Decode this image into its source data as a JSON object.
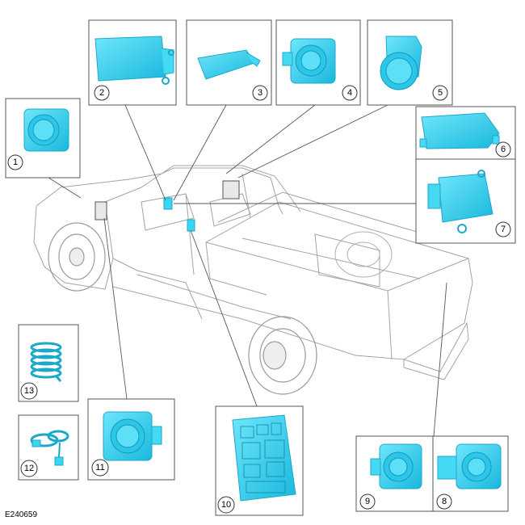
{
  "figure": {
    "reference_code": "E240659",
    "callouts": [
      {
        "id": "1",
        "label": "1",
        "icon": "camera-icon"
      },
      {
        "id": "2",
        "label": "2",
        "icon": "control-module-icon"
      },
      {
        "id": "3",
        "label": "3",
        "icon": "sensor-icon"
      },
      {
        "id": "4",
        "label": "4",
        "icon": "camera-icon"
      },
      {
        "id": "5",
        "label": "5",
        "icon": "camera-icon"
      },
      {
        "id": "6",
        "label": "6",
        "icon": "control-module-icon"
      },
      {
        "id": "7",
        "label": "7",
        "icon": "control-module-icon"
      },
      {
        "id": "8",
        "label": "8",
        "icon": "camera-icon"
      },
      {
        "id": "9",
        "label": "9",
        "icon": "camera-icon"
      },
      {
        "id": "10",
        "label": "10",
        "icon": "fuse-box-icon"
      },
      {
        "id": "11",
        "label": "11",
        "icon": "camera-icon"
      },
      {
        "id": "12",
        "label": "12",
        "icon": "wiring-harness-icon"
      },
      {
        "id": "13",
        "label": "13",
        "icon": "coiled-cable-icon"
      }
    ],
    "colors": {
      "component": "#38d6f2",
      "component_dark": "#1ba9c9",
      "truck_outline": "#9a9a9a",
      "line": "#555555"
    }
  }
}
